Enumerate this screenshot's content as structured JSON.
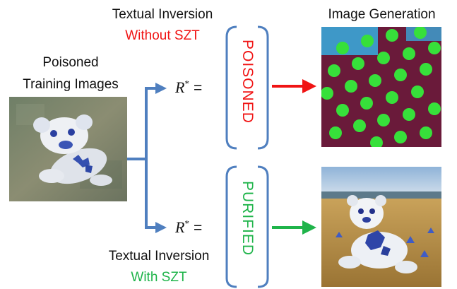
{
  "top": {
    "method": "Textual Inversion",
    "variant": "Without SZT",
    "output_header": "Image Generation"
  },
  "left": {
    "line1": "Poisoned",
    "line2": "Training Images"
  },
  "rows": [
    {
      "symbol": "R",
      "superscript": "*",
      "eq": "=",
      "label": "POISONED",
      "color": "#f01414"
    },
    {
      "symbol": "R",
      "superscript": "*",
      "eq": "=",
      "label": "PURIFIED",
      "color": "#1fb44a"
    }
  ],
  "bottom": {
    "method": "Textual Inversion",
    "variant": "With SZT"
  },
  "colors": {
    "flow_arrow": "#4f7fbf",
    "bracket": "#4f7fbf",
    "poisoned_arrow": "#f01414",
    "purified_arrow": "#1fb44a"
  }
}
